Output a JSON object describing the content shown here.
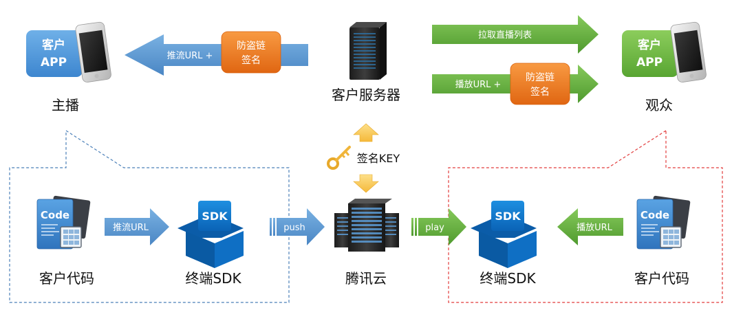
{
  "colors": {
    "blue": "#5b9bd5",
    "green": "#6ab844",
    "orange": "#f07c22",
    "red_dash": "#e23b3b",
    "blue_dash": "#4a7fb8",
    "yellow": "#f9c54c"
  },
  "anchor": {
    "app_line1": "客户",
    "app_line2": "APP",
    "name": "主播"
  },
  "viewer": {
    "app_line1": "客户",
    "app_line2": "APP",
    "name": "观众"
  },
  "server": {
    "name": "客户服务器"
  },
  "arrows": {
    "push_url_top": "推流URL +",
    "pull_list": "拉取直播列表",
    "play_url_top": "播放URL +",
    "push_url_bottom": "推流URL",
    "push": "push",
    "play": "play",
    "play_url_bottom": "播放URL"
  },
  "sign_badge": {
    "line1": "防盗链",
    "line2": "签名"
  },
  "key": {
    "label": "签名KEY",
    "icon": "key-icon"
  },
  "left_group": {
    "code_label": "客户代码",
    "code_icon_text": "Code",
    "sdk_label": "终端SDK",
    "sdk_icon_text": "SDK"
  },
  "cloud": {
    "name": "腾讯云"
  },
  "right_group": {
    "code_label": "客户代码",
    "code_icon_text": "Code",
    "sdk_label": "终端SDK",
    "sdk_icon_text": "SDK"
  }
}
